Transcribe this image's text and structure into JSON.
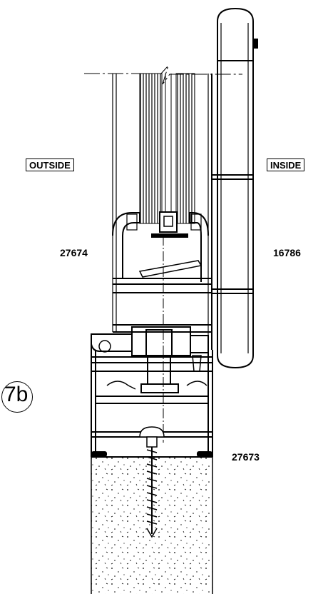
{
  "labels": {
    "outside": "OUTSIDE",
    "inside": "INSIDE",
    "part_sash": "27674",
    "part_bead": "16786",
    "part_frame": "27673",
    "detail_id": "7b"
  }
}
